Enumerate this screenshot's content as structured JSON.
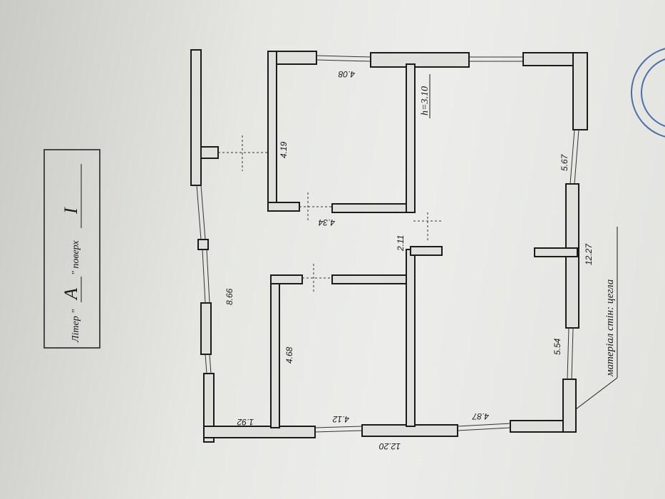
{
  "label_box": {
    "liter_prefix": "Літер \"",
    "liter_value": "А",
    "liter_suffix": "\" поверх",
    "floor_value": "I"
  },
  "height_label": "h=3.10",
  "wall_material": "матеріал стін: цегла",
  "dimensions": {
    "top_room_width": "4.08",
    "top_room_depth": "4.19",
    "top_room_bottom": "4.34",
    "corridor": "2.11",
    "left_room_depth": "4.68",
    "left_window_wall": "8.66",
    "bottom_left": "1.92",
    "bottom_mid": "4.12",
    "bottom_right": "4.87",
    "overall_width": "12.20",
    "right_upper": "5.67",
    "right_overall": "12.27",
    "right_lower": "5.54"
  },
  "colors": {
    "ink": "#1a1a1a",
    "seal": "#4b6ea8"
  }
}
